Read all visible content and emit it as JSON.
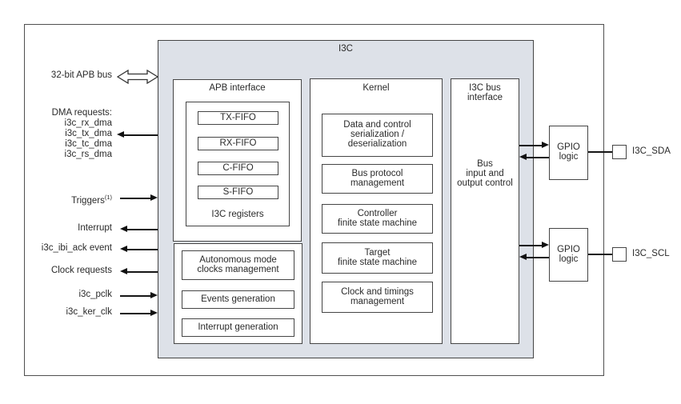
{
  "diagram": {
    "title": "I3C",
    "left_signals": {
      "apb_bus": "32-bit APB bus",
      "dma_header": "DMA requests:",
      "dma_items": [
        "i3c_rx_dma",
        "i3c_tx_dma",
        "i3c_tc_dma",
        "i3c_rs_dma"
      ],
      "triggers": "Triggers",
      "triggers_note": "(1)",
      "interrupt": "Interrupt",
      "ibi_ack": "i3c_ibi_ack event",
      "clock_requests": "Clock requests",
      "pclk": "i3c_pclk",
      "ker_clk": "i3c_ker_clk"
    },
    "apb_interface": {
      "title": "APB interface",
      "fifos": [
        "TX-FIFO",
        "RX-FIFO",
        "C-FIFO",
        "S-FIFO"
      ],
      "registers_label": "I3C registers"
    },
    "support_blocks": [
      {
        "lines": [
          "Autonomous mode",
          "clocks management"
        ]
      },
      {
        "lines": [
          "Events generation"
        ]
      },
      {
        "lines": [
          "Interrupt generation"
        ]
      }
    ],
    "kernel": {
      "title": "Kernel",
      "blocks": [
        {
          "lines": [
            "Data and control",
            "serialization /",
            "deserialization"
          ]
        },
        {
          "lines": [
            "Bus protocol",
            "management"
          ]
        },
        {
          "lines": [
            "Controller",
            "finite state machine"
          ]
        },
        {
          "lines": [
            "Target",
            "finite state machine"
          ]
        },
        {
          "lines": [
            "Clock and timings",
            "management"
          ]
        }
      ]
    },
    "bus_interface": {
      "title_lines": [
        "I3C bus",
        "interface"
      ],
      "body_lines": [
        "Bus",
        "input and",
        "output control"
      ]
    },
    "gpio": {
      "lines": [
        "GPIO",
        "logic"
      ]
    },
    "pads": {
      "sda": "I3C_SDA",
      "scl": "I3C_SCL"
    },
    "colors": {
      "block_fill": "#dde1e8",
      "line": "#454545"
    }
  }
}
